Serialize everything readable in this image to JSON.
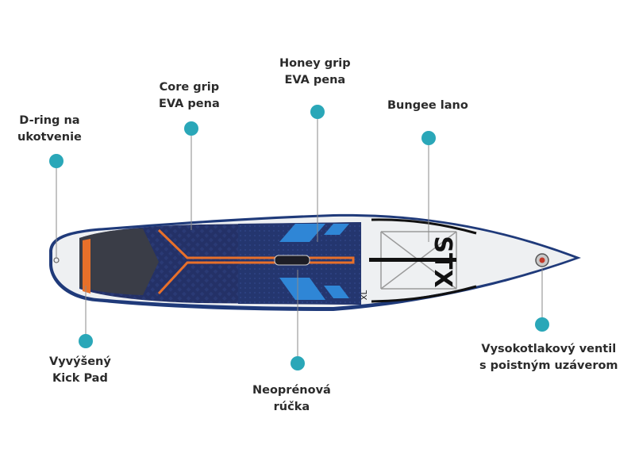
{
  "colors": {
    "callout_dot": "#2aa7b8",
    "leader_line": "#8a8a8a",
    "board_body": "#eef0f2",
    "board_rail": "#1f3a7a",
    "deck_pad": "#22346e",
    "accent_orange": "#e8702a",
    "accent_blue": "#2f86d6",
    "text": "#2b2b2b"
  },
  "callouts": [
    {
      "id": "d-ring",
      "lines": [
        "D-ring na",
        "ukotvenie"
      ]
    },
    {
      "id": "core-grip",
      "lines": [
        "Core grip",
        "EVA pena"
      ]
    },
    {
      "id": "honey-grip",
      "lines": [
        "Honey grip",
        "EVA pena"
      ]
    },
    {
      "id": "bungee",
      "lines": [
        "Bungee lano"
      ]
    },
    {
      "id": "kick-pad",
      "lines": [
        "Vyvýšený",
        "Kick Pad"
      ]
    },
    {
      "id": "handle",
      "lines": [
        "Neoprénová",
        "rúčka"
      ]
    },
    {
      "id": "valve",
      "lines": [
        "Vysokotlakový ventil",
        "s poistným uzáverom"
      ]
    }
  ],
  "board": {
    "brand": "STX",
    "model": "XL"
  }
}
